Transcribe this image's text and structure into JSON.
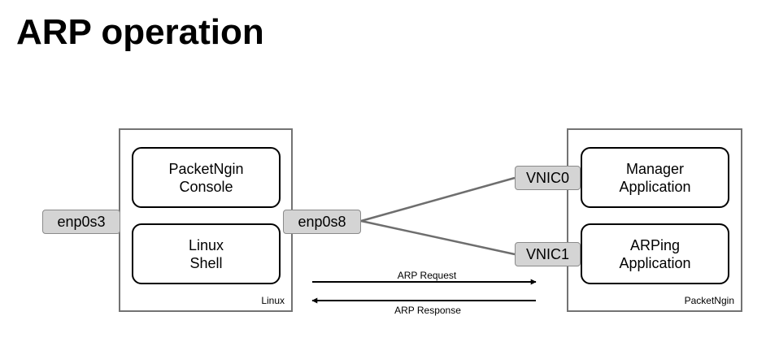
{
  "title": "ARP operation",
  "hosts": {
    "linux": {
      "label": "Linux",
      "apps": [
        {
          "line1": "PacketNgin",
          "line2": "Console"
        },
        {
          "line1": "Linux",
          "line2": "Shell"
        }
      ]
    },
    "packetngin": {
      "label": "PacketNgin",
      "apps": [
        {
          "line1": "Manager",
          "line2": "Application"
        },
        {
          "line1": "ARPing",
          "line2": "Application"
        }
      ]
    }
  },
  "interfaces": {
    "enp0s3": "enp0s3",
    "enp0s8": "enp0s8",
    "vnic0": "VNIC0",
    "vnic1": "VNIC1"
  },
  "messages": {
    "request": "ARP Request",
    "response": "ARP Response"
  },
  "colors": {
    "host_border": "#737373",
    "interface_fill": "#d4d4d4",
    "link_line": "#6e6e6e"
  }
}
